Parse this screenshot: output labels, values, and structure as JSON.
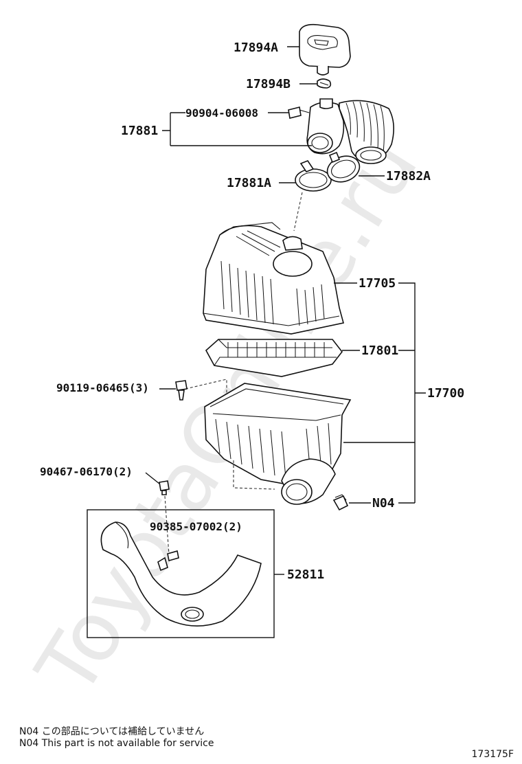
{
  "watermark": "ToyotaOnline.ru",
  "labels": {
    "p17894A": "17894A",
    "p17894B": "17894B",
    "p17881": "17881",
    "p90904": "90904-06008",
    "p17881A": "17881A",
    "p17882A": "17882A",
    "p17705": "17705",
    "p17801": "17801",
    "p17700": "17700",
    "p90119": "90119-06465(3)",
    "p90467": "90467-06170(2)",
    "p90385": "90385-07002(2)",
    "p52811": "52811",
    "pN04": "N04"
  },
  "notes": {
    "jp": "N04  この部品については補給していません",
    "en": "N04  This part is not available for service"
  },
  "figure_number": "173175F"
}
